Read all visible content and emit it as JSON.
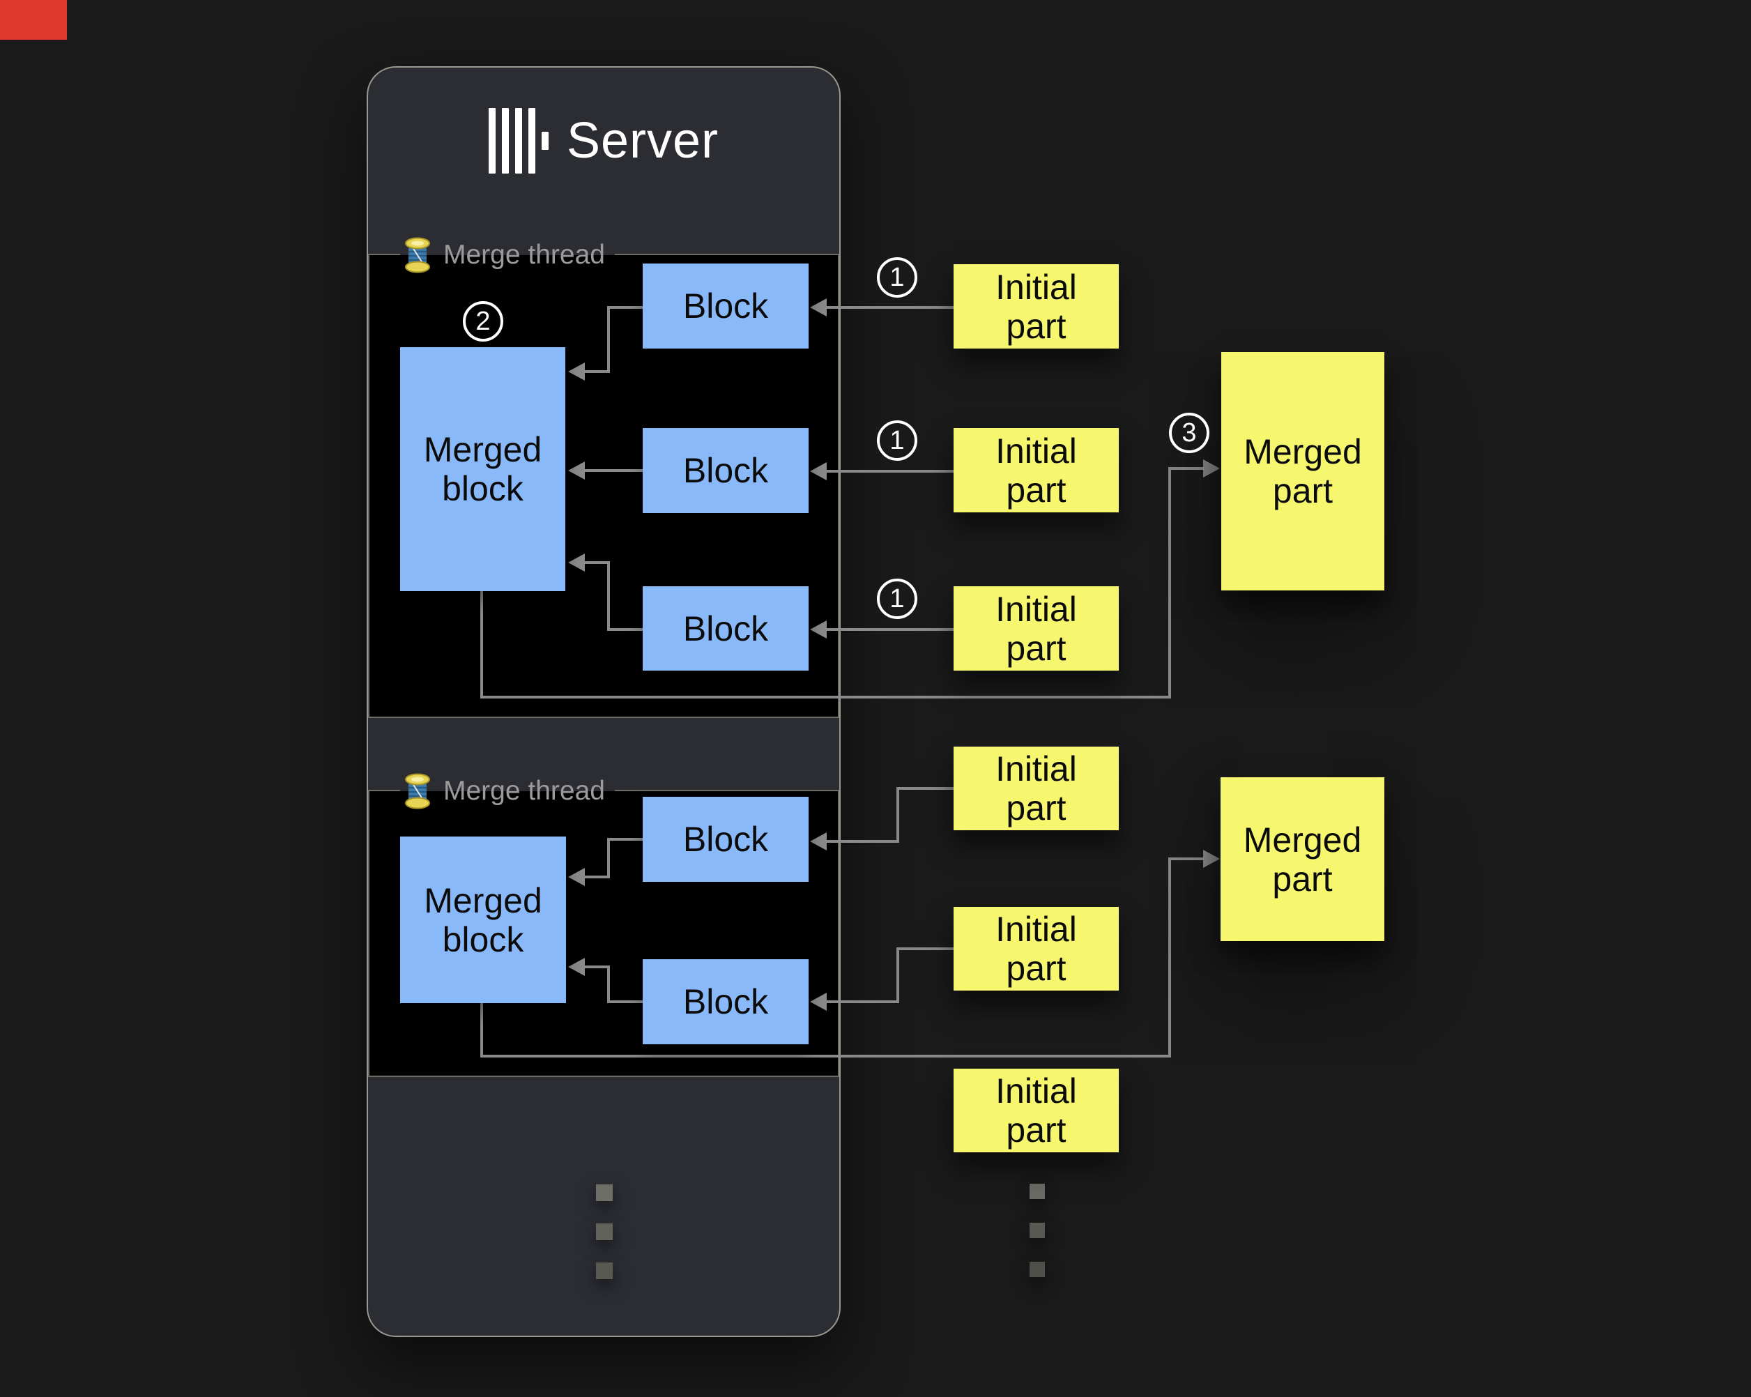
{
  "server": {
    "title": "Server"
  },
  "labels": {
    "merge_thread": "Merge thread",
    "block": "Block",
    "merged_block": "Merged block",
    "initial_part": "Initial part",
    "merged_part": "Merged part"
  },
  "steps": {
    "one": "1",
    "two": "2",
    "three": "3"
  },
  "colors": {
    "block_fill": "#8ab9fa",
    "part_fill": "#f6f76e",
    "arrow": "#8a8a8a",
    "thread_box_bg": "#000000",
    "thread_box_border": "#6e6e67",
    "thread_label": "#9b9b9b",
    "server_bg": "#2b2d33",
    "server_border": "#97988e",
    "page_bg": "#1a1a1b"
  }
}
